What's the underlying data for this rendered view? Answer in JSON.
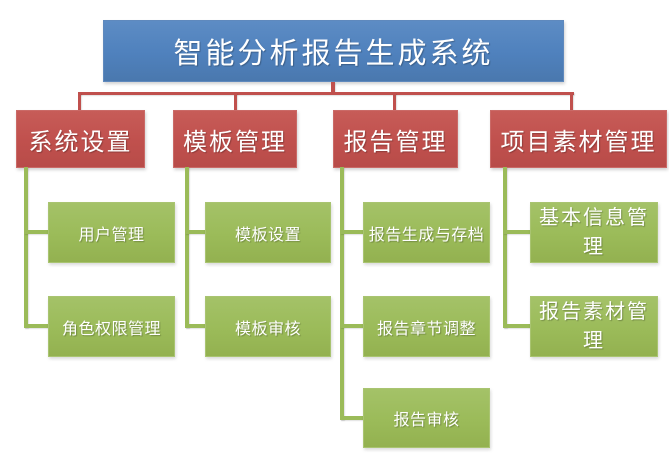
{
  "diagram": {
    "type": "hierarchy-org-chart",
    "root": {
      "label": "智能分析报告生成系统"
    },
    "branches": [
      {
        "label": "系统设置",
        "children": [
          {
            "label": "用户管理"
          },
          {
            "label": "角色权限管理"
          }
        ]
      },
      {
        "label": "模板管理",
        "children": [
          {
            "label": "模板设置"
          },
          {
            "label": "模板审核"
          }
        ]
      },
      {
        "label": "报告管理",
        "children": [
          {
            "label": "报告生成与存档"
          },
          {
            "label": "报告章节调整"
          },
          {
            "label": "报告审核"
          }
        ]
      },
      {
        "label": "项目素材管理",
        "children": [
          {
            "label": "基本信息管理"
          },
          {
            "label": "报告素材管理"
          }
        ]
      }
    ],
    "colors": {
      "root_fill": "#4f81bd",
      "branch_fill": "#c0504d",
      "leaf_fill": "#9bbb59",
      "connector_branch": "#c0504d",
      "connector_leaf": "#9bbb59",
      "text": "#ffffff",
      "background": "#ffffff"
    }
  }
}
